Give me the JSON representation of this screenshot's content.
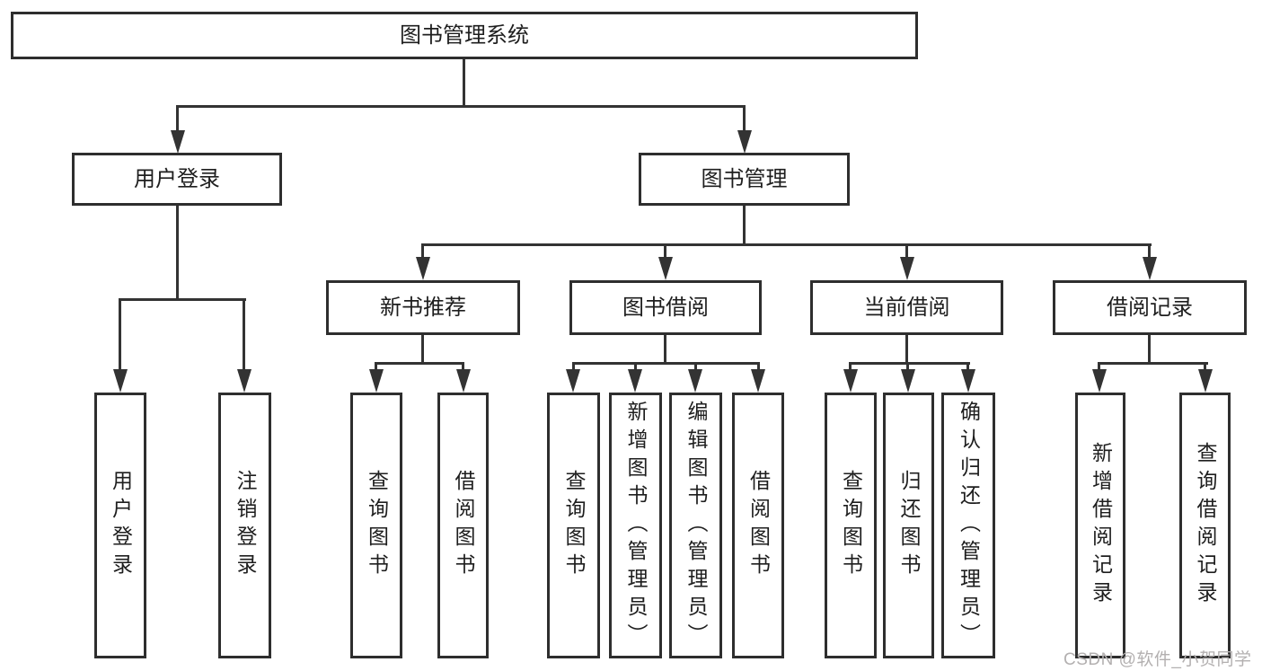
{
  "nodes": {
    "root": "图书管理系统",
    "user_login": "用户登录",
    "book_mgmt": "图书管理",
    "new_book_rec": "新书推荐",
    "book_borrow": "图书借阅",
    "current_borrow": "当前借阅",
    "borrow_records": "借阅记录"
  },
  "leaves": {
    "login": "用户登录",
    "logout": "注销登录",
    "rec_query_book": "查询图书",
    "rec_borrow_book": "借阅图书",
    "bor_query_book": "查询图书",
    "bor_add_book": "新增图书（管理员）",
    "bor_edit_book": "编辑图书（管理员）",
    "bor_borrow_book": "借阅图书",
    "cur_query_book": "查询图书",
    "cur_return_book": "归还图书",
    "cur_confirm_return": "确认归还（管理员）",
    "rec2_add_record": "新增借阅记录",
    "rec2_query_record": "查询借阅记录"
  },
  "watermark": {
    "text": "CSDN @软件_小贺同学",
    "color": "#b3b0b0"
  },
  "colors": {
    "line": "#333333",
    "box_border": "#2e2e2e",
    "text": "#1e1e1e",
    "background": "#ffffff"
  }
}
